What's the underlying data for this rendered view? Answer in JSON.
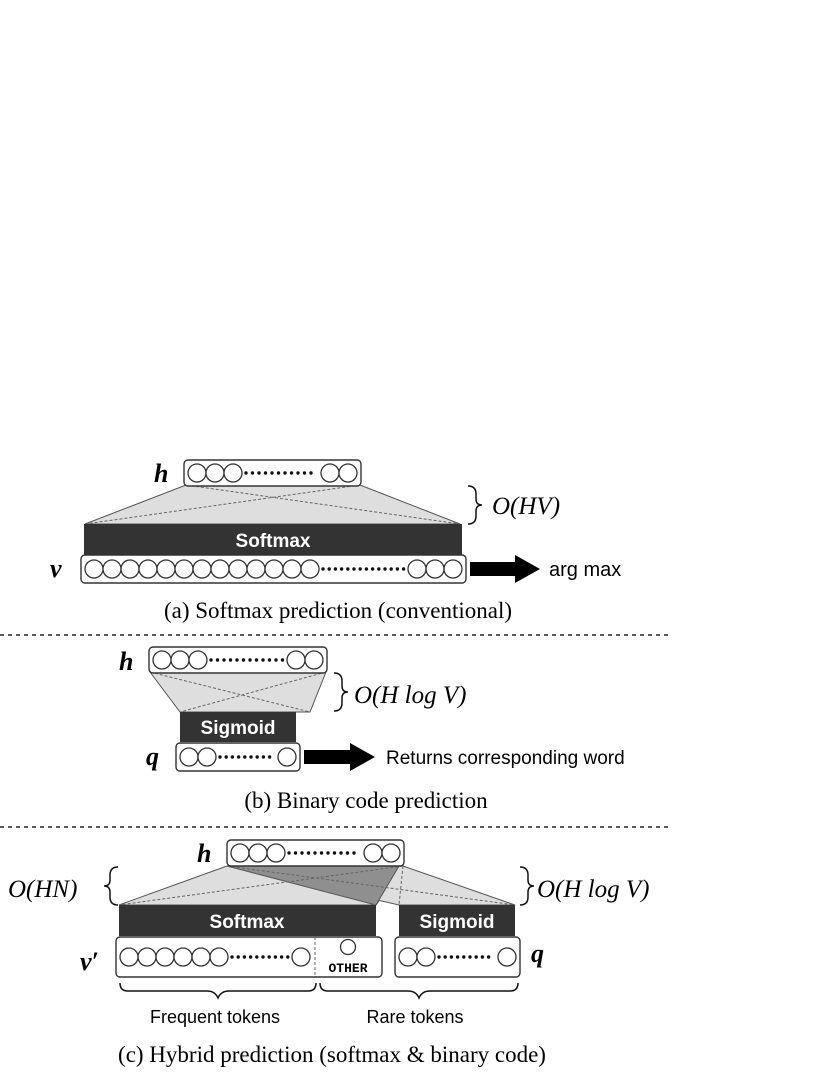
{
  "panel_a": {
    "h_label": "h",
    "v_label": "v",
    "layer_label": "Softmax",
    "complexity": "O(HV)",
    "arrow_text": "arg max",
    "caption": "(a) Softmax prediction (conventional)"
  },
  "panel_b": {
    "h_label": "h",
    "q_label": "q",
    "layer_label": "Sigmoid",
    "complexity": "O(H log V)",
    "arrow_text": "Returns corresponding word",
    "caption": "(b) Binary code prediction"
  },
  "panel_c": {
    "h_label": "h",
    "v_label": "v′",
    "q_label": "q",
    "softmax_label": "Softmax",
    "sigmoid_label": "Sigmoid",
    "complexity_left": "O(HN)",
    "complexity_right": "O(H log V)",
    "other_label": "OTHER",
    "frequent_label": "Frequent tokens",
    "rare_label": "Rare tokens",
    "caption": "(c) Hybrid prediction (softmax & binary code)"
  }
}
